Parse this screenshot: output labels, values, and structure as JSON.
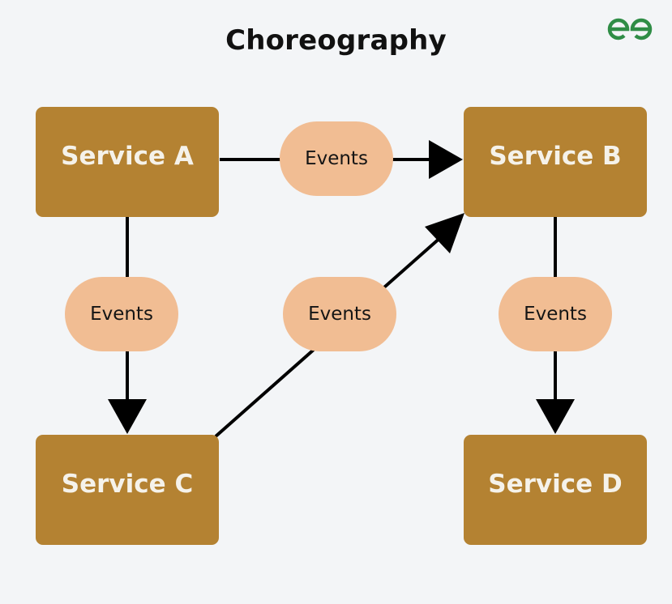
{
  "title": "Choreography",
  "logo": {
    "icon": "gfg-logo-icon",
    "color": "#2f8d46"
  },
  "colors": {
    "service": "#b48232",
    "event": "#f1bd93",
    "arrow": "#000000",
    "background": "#f3f5f7"
  },
  "services": [
    {
      "id": "A",
      "label": "Service A"
    },
    {
      "id": "B",
      "label": "Service B"
    },
    {
      "id": "C",
      "label": "Service C"
    },
    {
      "id": "D",
      "label": "Service D"
    }
  ],
  "events": [
    {
      "label": "Events",
      "from": "A",
      "to": "B"
    },
    {
      "label": "Events",
      "from": "A",
      "to": "C"
    },
    {
      "label": "Events",
      "from": "C",
      "to": "B"
    },
    {
      "label": "Events",
      "from": "B",
      "to": "D"
    }
  ]
}
